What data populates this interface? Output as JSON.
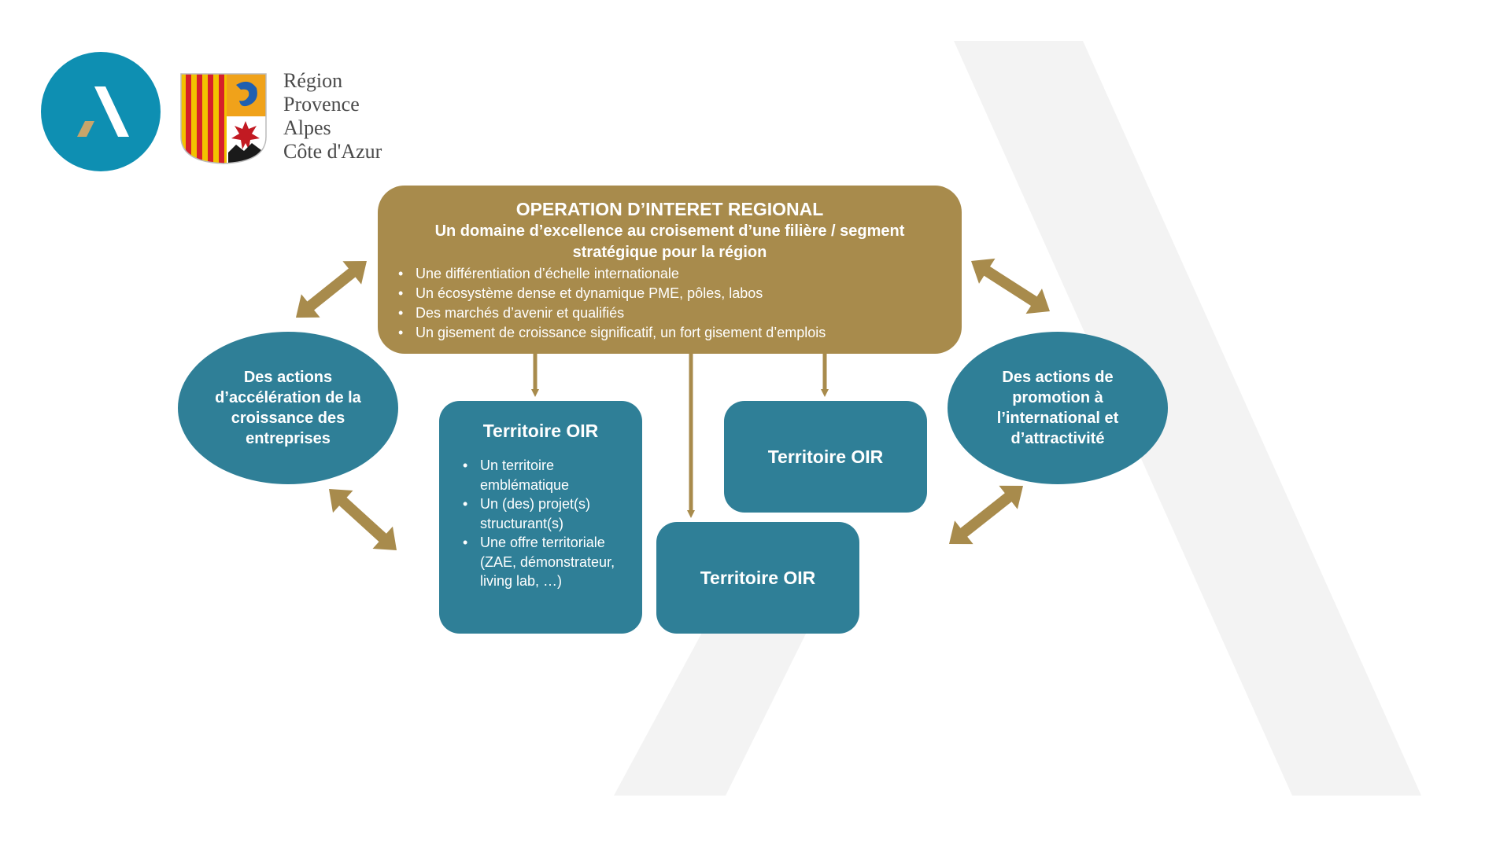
{
  "logos": {
    "brand_icon": "stylized-A-icon",
    "region_crest_icon": "region-coat-of-arms-icon",
    "region_name_lines": [
      "Région",
      "Provence",
      "Alpes",
      "Côte d'Azur"
    ]
  },
  "oir": {
    "title": "OPERATION D’INTERET REGIONAL",
    "subtitle": "Un domaine d’excellence au croisement d’une filière / segment stratégique pour la région",
    "bullets": [
      "Une différentiation d’échelle internationale",
      "Un écosystème dense et dynamique  PME, pôles, labos",
      "Des marchés d’avenir et qualifiés",
      "Un gisement de croissance significatif, un fort gisement d’emplois"
    ]
  },
  "left_action": "Des actions d’accélération de la croissance des entreprises",
  "right_action": "Des actions de promotion à l’international et d’attractivité",
  "territories": [
    {
      "title": "Territoire OIR",
      "bullets": [
        "Un territoire emblématique",
        "Un (des) projet(s) structurant(s)",
        "Une offre territoriale (ZAE, démonstrateur, living lab, …)"
      ]
    },
    {
      "title": "Territoire OIR"
    },
    {
      "title": "Territoire OIR"
    }
  ],
  "colors": {
    "gold": "#a88b4c",
    "teal": "#2f7f97",
    "logo_blue": "#0e8fb2",
    "watermark": "#f3f3f3"
  }
}
